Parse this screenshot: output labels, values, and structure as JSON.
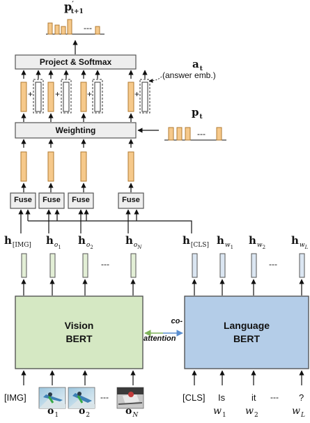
{
  "top_output": {
    "base": "p",
    "sub": "t+1",
    "prime": "′"
  },
  "project_softmax": "Project & Softmax",
  "answer_vec": {
    "base": "a",
    "sub": "t"
  },
  "answer_emb": "(answer emb.)",
  "weighting": "Weighting",
  "prob_vec": {
    "base": "p",
    "sub": "t"
  },
  "ellipsis": "---",
  "plus": "+",
  "fuse": "Fuse",
  "vision_hidden": [
    {
      "base": "h",
      "sub": "[IMG]"
    },
    {
      "base": "h",
      "sub": "o",
      "subsub": "1"
    },
    {
      "base": "h",
      "sub": "o",
      "subsub": "2"
    },
    {
      "base": "h",
      "sub": "o",
      "subsub": "N"
    }
  ],
  "lang_hidden": [
    {
      "base": "h",
      "sub": "[CLS]"
    },
    {
      "base": "h",
      "sub": "w",
      "subsub": "1"
    },
    {
      "base": "h",
      "sub": "w",
      "subsub": "2"
    },
    {
      "base": "h",
      "sub": "w",
      "subsub": "L"
    }
  ],
  "vision_bert": {
    "line1": "Vision",
    "line2": "BERT"
  },
  "language_bert": {
    "line1": "Language",
    "line2": "BERT"
  },
  "co_attention": {
    "line1": "co-",
    "line2": "attention"
  },
  "vision_inputs": {
    "img_token": "[IMG]"
  },
  "vision_input_labels": [
    {
      "base": "o",
      "sub": "1"
    },
    {
      "base": "o",
      "sub": "2"
    },
    {
      "base": "o",
      "sub": "N"
    }
  ],
  "language_tokens": [
    "[CLS]",
    "Is",
    "it",
    "---",
    "?"
  ],
  "language_input_labels": [
    {
      "base": "w",
      "sub": "1"
    },
    {
      "base": "w",
      "sub": "2"
    },
    {
      "base": "w",
      "sub": "L"
    }
  ],
  "colors": {
    "vision_fill": "#d5e8c3",
    "vision_border": "#4a4a4a",
    "language_fill": "#b4cde8",
    "orange_fill": "#f6c98b",
    "orange_border": "#b07a30",
    "green_vec_fill": "#e3efd6",
    "blue_vec_fill": "#dbe6f2",
    "gray_box": "#eeeeee",
    "coattn_green": "#7fb35a",
    "coattn_blue": "#5b8fd0"
  },
  "icons": [
    "skier-photo-thumbnail",
    "skier-photo-thumbnail",
    "skier-photo-thumbnail"
  ]
}
